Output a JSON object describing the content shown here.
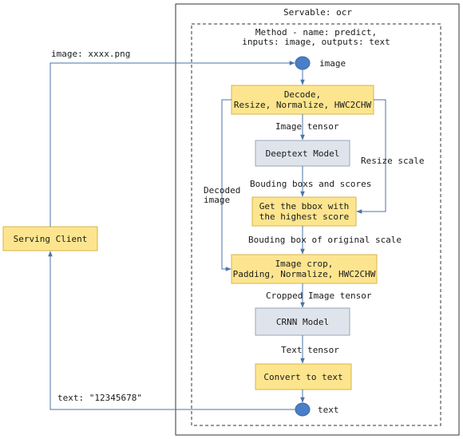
{
  "servable": {
    "title": "Servable: ocr"
  },
  "method": {
    "line1": "Method - name: predict,",
    "line2": "inputs: image, outputs: text"
  },
  "client": {
    "label": "Serving Client"
  },
  "nodes": {
    "input_label": "image",
    "output_label": "text",
    "decode": {
      "line1": "Decode,",
      "line2": "Resize, Normalize, HWC2CHW"
    },
    "deeptext": {
      "label": "Deeptext Model"
    },
    "get_bbox": {
      "line1": "Get the bbox with",
      "line2": "the highest score"
    },
    "image_crop": {
      "line1": "Image crop,",
      "line2": "Padding, Normalize, HWC2CHW"
    },
    "crnn": {
      "label": "CRNN Model"
    },
    "convert": {
      "label": "Convert to text"
    }
  },
  "edges": {
    "client_in": "image: xxxx.png",
    "client_out": "text: \"12345678\"",
    "image_tensor": "Image tensor",
    "resize_scale": "Resize scale",
    "decoded_line1": "Decoded",
    "decoded_line2": "image",
    "boxes_scores": "Bouding boxs and scores",
    "bbox_original": "Bouding box of original scale",
    "cropped_tensor": "Cropped Image tensor",
    "text_tensor": "Text tensor"
  },
  "colors": {
    "yellow_fill": "#fde58f",
    "yellow_stroke": "#d9b44a",
    "gray_fill": "#dfe4ec",
    "gray_stroke": "#9aa6b8",
    "circle_fill": "#4a7fc8",
    "edge": "#4a74a8"
  }
}
